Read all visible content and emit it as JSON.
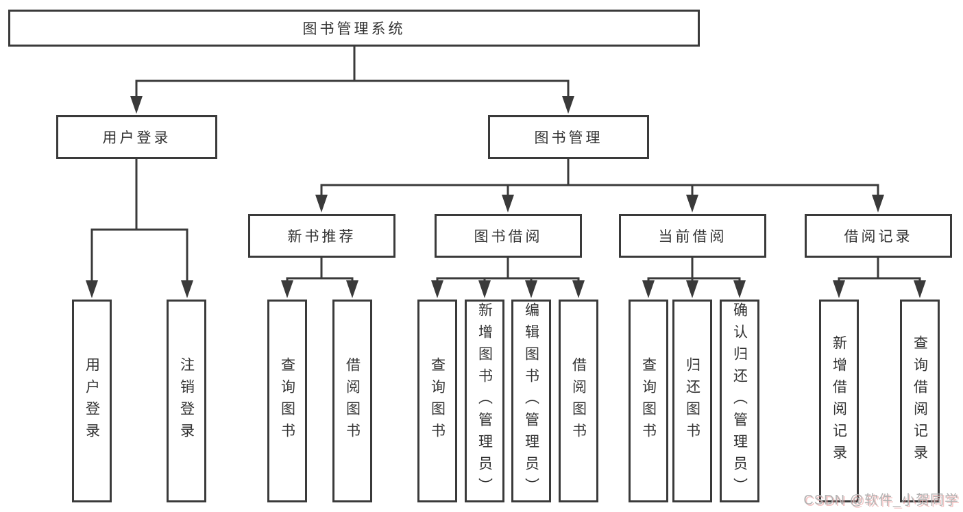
{
  "root": {
    "label": "图书管理系统"
  },
  "user_login": {
    "label": "用户登录",
    "children": [
      "用户登录",
      "注销登录"
    ]
  },
  "book_mgmt": {
    "label": "图书管理",
    "sections": [
      {
        "label": "新书推荐",
        "children": [
          "查询图书",
          "借阅图书"
        ]
      },
      {
        "label": "图书借阅",
        "children": [
          "查询图书",
          "新增图书（管理员）",
          "编辑图书（管理员）",
          "借阅图书"
        ]
      },
      {
        "label": "当前借阅",
        "children": [
          "查询图书",
          "归还图书",
          "确认归还（管理员）"
        ]
      },
      {
        "label": "借阅记录",
        "children": [
          "新增借阅记录",
          "查询借阅记录"
        ]
      }
    ]
  },
  "watermark": "CSDN @软件_小贺同学",
  "colors": {
    "line": "#3a3a3a",
    "text": "#333333",
    "background": "#ffffff",
    "watermark": "#b3b3b3"
  }
}
